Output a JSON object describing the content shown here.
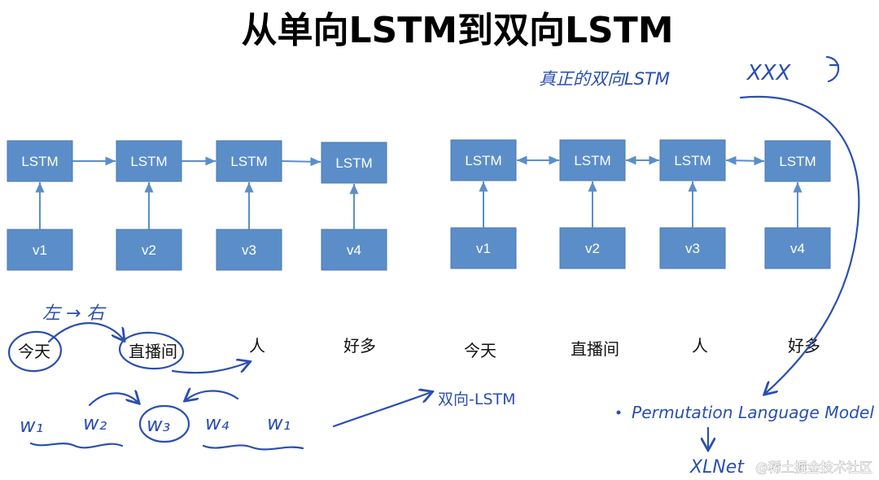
{
  "title": "从单向LSTM到双向LSTM",
  "left_diagram": {
    "lstm_label": "LSTM",
    "inputs": [
      "v1",
      "v2",
      "v3",
      "v4"
    ],
    "words": [
      "今天",
      "直播间",
      "人",
      "好多"
    ]
  },
  "right_diagram": {
    "lstm_label": "LSTM",
    "inputs": [
      "v1",
      "v2",
      "v3",
      "v4"
    ],
    "words": [
      "今天",
      "直播间",
      "人",
      "好多"
    ]
  },
  "annotations": {
    "left_to_right": "左 → 右",
    "true_bilstm": "真正的双向LSTM",
    "xxx": "XXX",
    "w_sequence": [
      "w₁",
      "w₂",
      "w₃",
      "w₄",
      "w₁"
    ],
    "fake_bilstm": "双向-LSTM",
    "plm": "Permutation Language Model",
    "xlnet": "XLNet"
  },
  "colors": {
    "box": "#5b8ec9",
    "ink": "#2a4fb0"
  },
  "watermark": "@稀土掘金技术社区"
}
